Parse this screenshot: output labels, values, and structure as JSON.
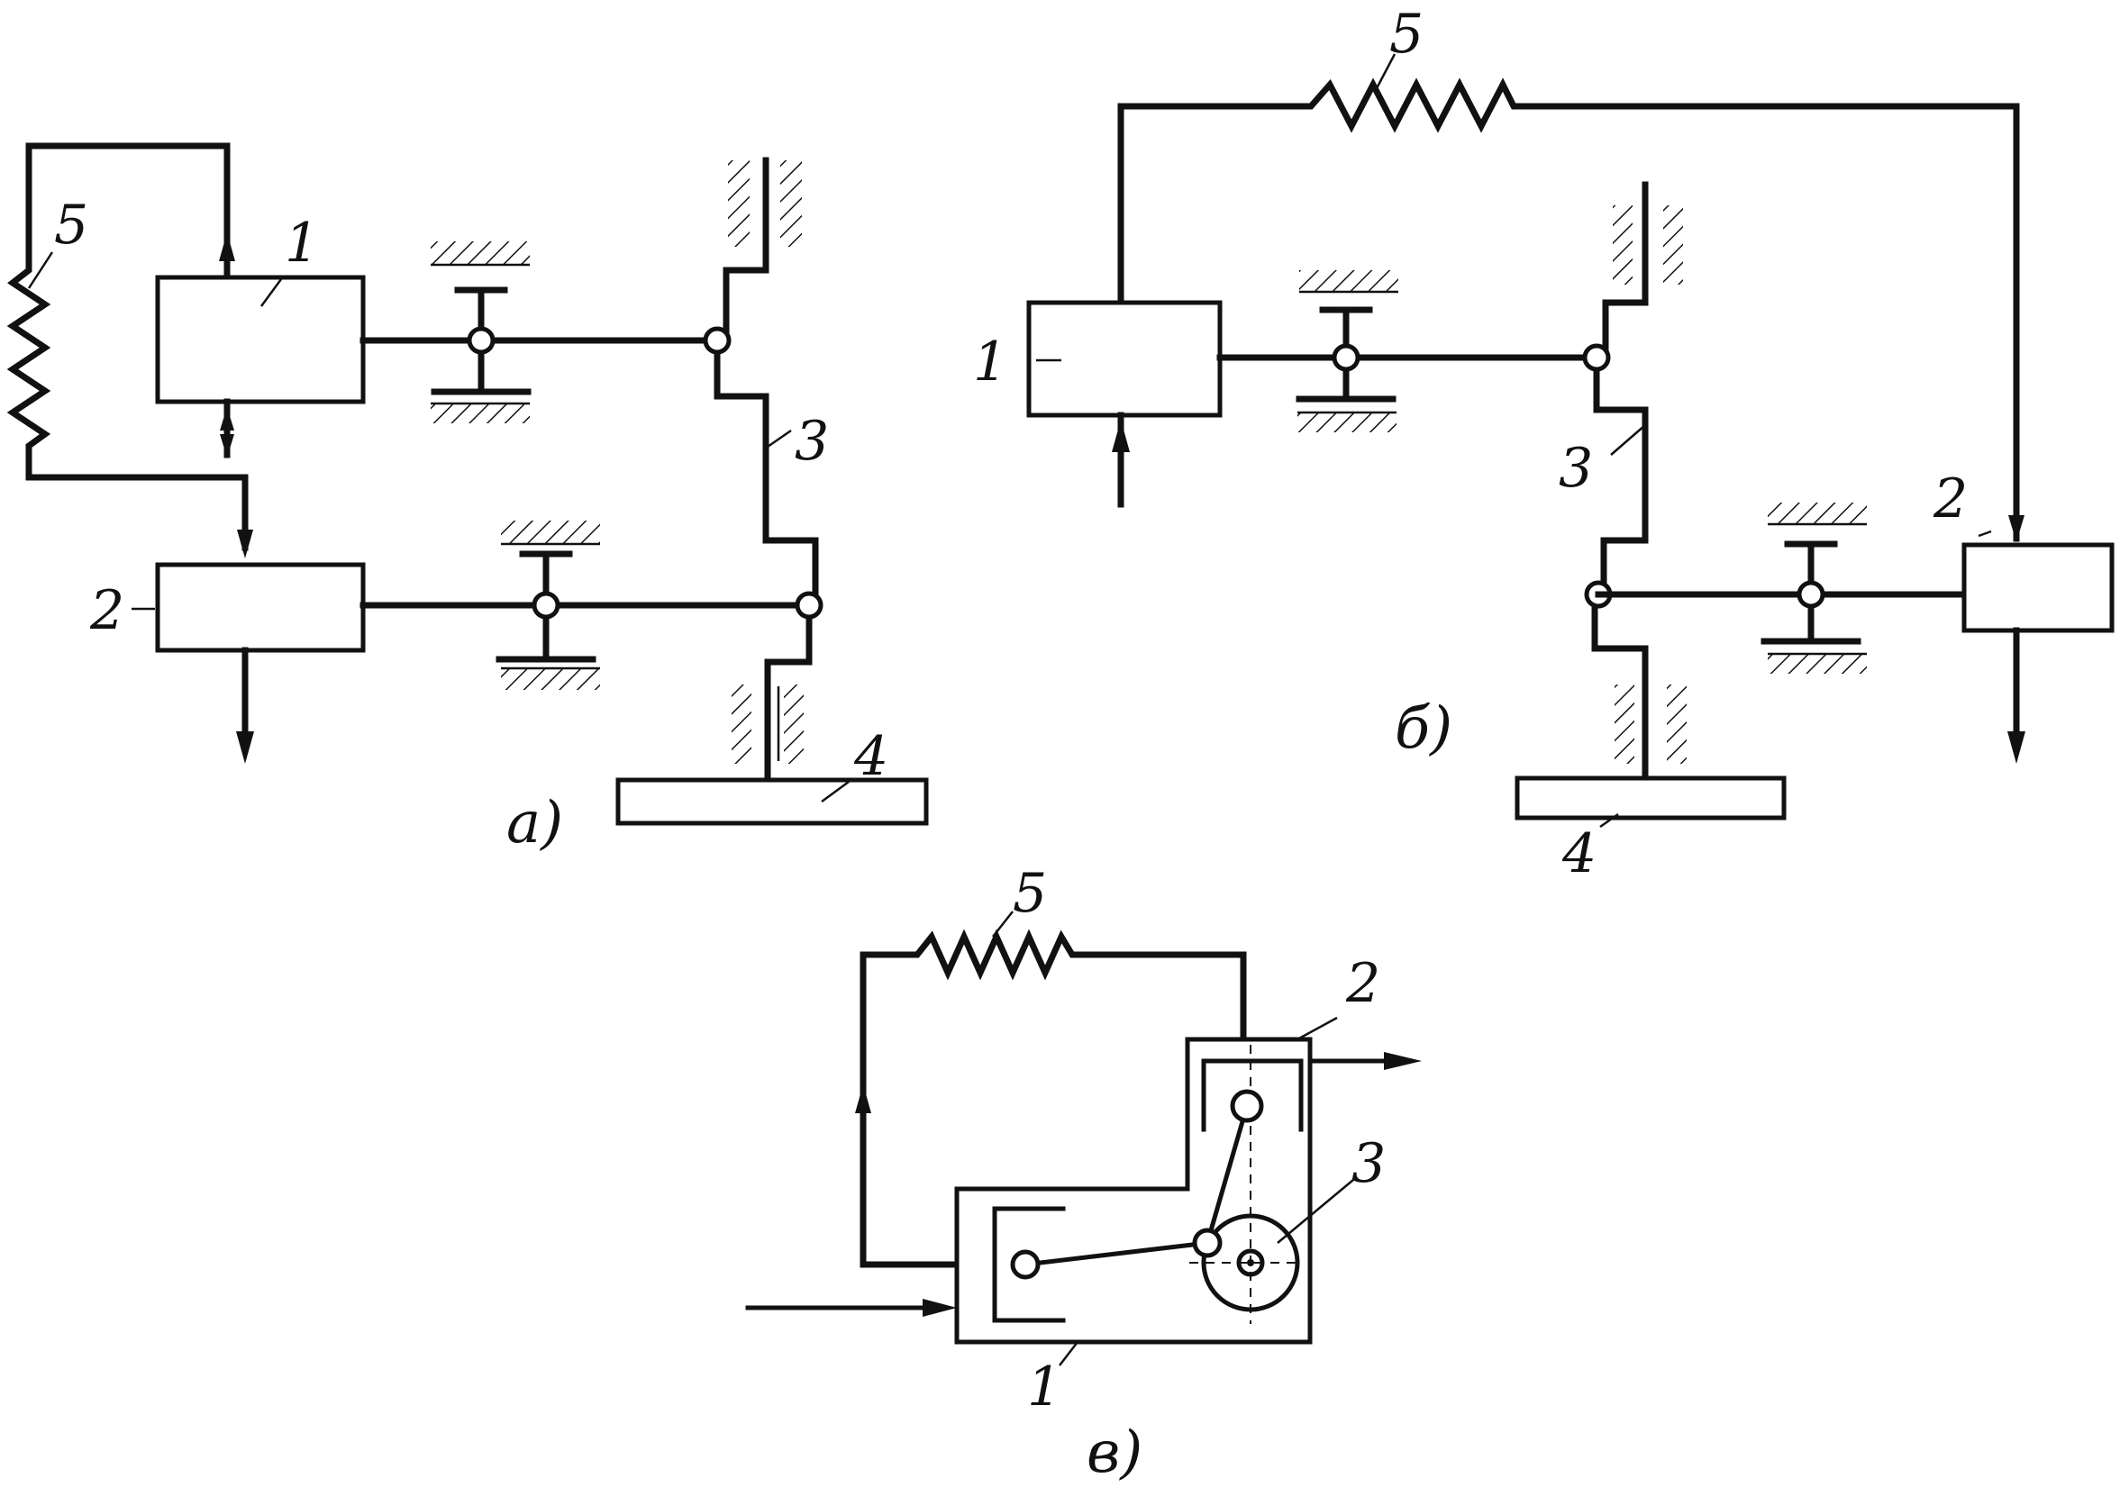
{
  "figure_a": {
    "caption": "а)",
    "labels": {
      "n1": "1",
      "n2": "2",
      "n3": "3",
      "n4": "4",
      "n5": "5"
    }
  },
  "figure_b": {
    "caption": "б)",
    "labels": {
      "n1": "1",
      "n2": "2",
      "n3": "3",
      "n4": "4",
      "n5": "5"
    }
  },
  "figure_c": {
    "caption": "в)",
    "labels": {
      "n1": "1",
      "n2": "2",
      "n3": "3",
      "n5": "5"
    }
  }
}
